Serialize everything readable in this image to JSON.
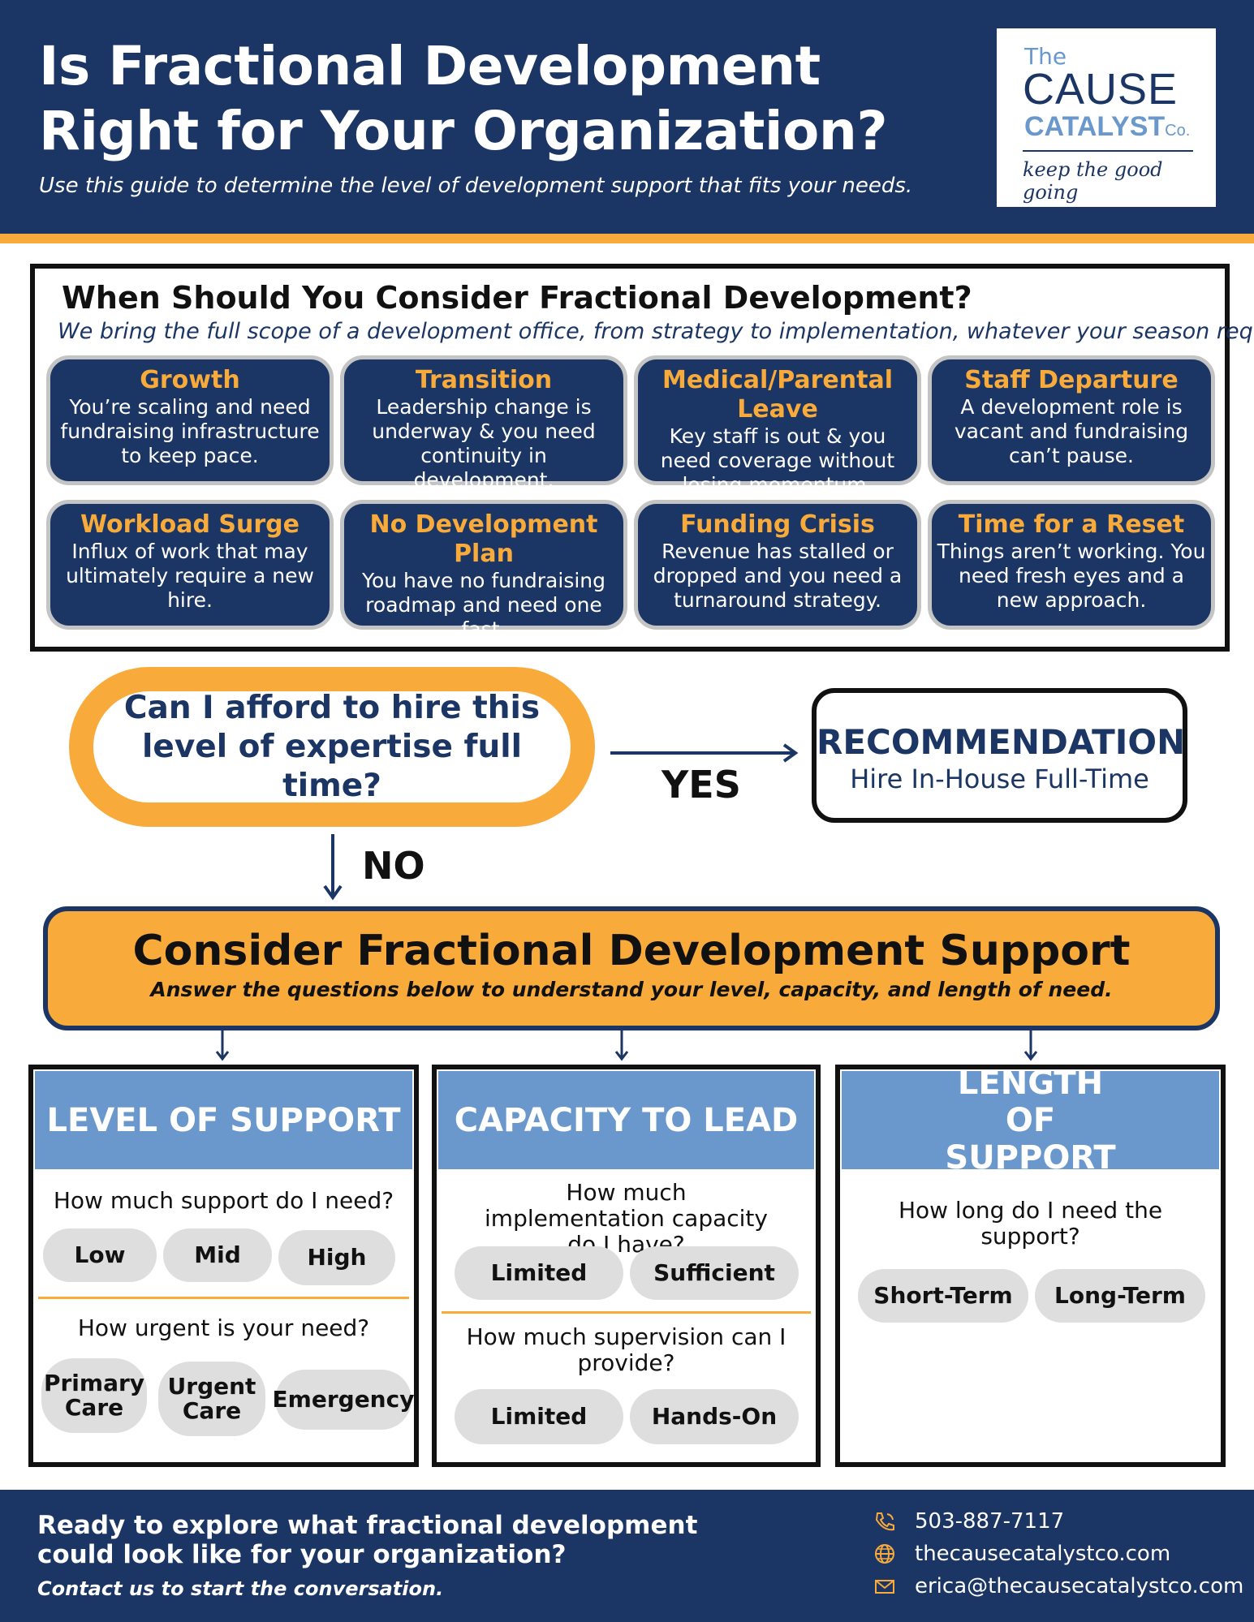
{
  "header": {
    "title": "Is Fractional Development Right for Your Organization?",
    "subtitle": "Use this guide to determine the level of development support that fits your needs."
  },
  "logo": {
    "line1": "The",
    "line2": "CAUSE",
    "line3": "CATALYST",
    "line3_suffix": "Co.",
    "tagline": "keep the good going"
  },
  "when": {
    "title": "When Should You Consider Fractional Development?",
    "subtitle": "We bring the full scope of a development office, from strategy to implementation, whatever your season requires.",
    "cards": [
      {
        "title": "Growth",
        "desc": "You’re scaling and need fundraising infrastructure to keep pace."
      },
      {
        "title": "Transition",
        "desc": "Leadership change is underway & you need continuity in development."
      },
      {
        "title": "Medical/Parental Leave",
        "desc": "Key staff is out & you need coverage without losing momentum."
      },
      {
        "title": "Staff Departure",
        "desc": "A development role is vacant and fundraising can’t pause."
      },
      {
        "title": "Workload Surge",
        "desc": "Influx of work that may ultimately require a new hire."
      },
      {
        "title": "No Development Plan",
        "desc": "You have no fundraising roadmap and need one fast."
      },
      {
        "title": "Funding Crisis",
        "desc": "Revenue has stalled or dropped and you need a turnaround strategy."
      },
      {
        "title": "Time for a Reset",
        "desc": "Things aren’t working. You need fresh eyes and a new approach."
      }
    ]
  },
  "decision": {
    "question": "Can I afford to hire this level of expertise full time?",
    "yes_label": "YES",
    "no_label": "NO",
    "recommendation_title": "RECOMMENDATION",
    "recommendation_text": "Hire In-House Full-Time"
  },
  "consider": {
    "title": "Consider Fractional Development Support",
    "subtitle": "Answer the questions below to understand your level, capacity, and length of need."
  },
  "columns": {
    "level": {
      "title": "LEVEL OF SUPPORT",
      "q1": "How much support do I need?",
      "q1_options": [
        "Low",
        "Mid",
        "High"
      ],
      "q2": "How urgent is your need?",
      "q2_options": [
        "Primary Care",
        "Urgent Care",
        "Emergency"
      ]
    },
    "capacity": {
      "title": "CAPACITY TO LEAD",
      "q1": "How much implementation capacity do I have?",
      "q1_options": [
        "Limited",
        "Sufficient"
      ],
      "q2": "How much supervision can I provide?",
      "q2_options": [
        "Limited",
        "Hands-On"
      ]
    },
    "length": {
      "title": "LENGTH OF SUPPORT",
      "q1": "How long do I need the support?",
      "q1_options": [
        "Short-Term",
        "Long-Term"
      ]
    }
  },
  "footer": {
    "title": "Ready to explore what fractional development could look like for your organization?",
    "subtitle": "Contact us to start the conversation.",
    "phone": "503-887-7117",
    "website": "thecausecatalystco.com",
    "email": "erica@thecausecatalystco.com"
  },
  "colors": {
    "navy": "#1b3564",
    "orange": "#f8ab3a",
    "blue": "#6a98cc",
    "pill": "#dedede"
  },
  "icons": [
    "phone-icon",
    "globe-icon",
    "mail-icon",
    "arrow-right-icon",
    "arrow-down-icon"
  ]
}
